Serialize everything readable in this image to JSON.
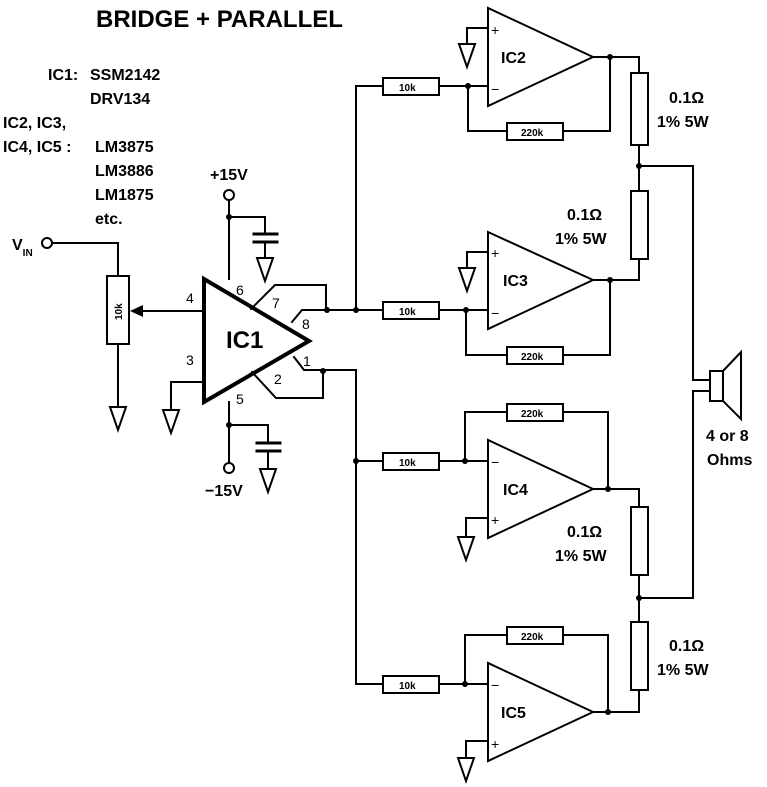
{
  "title": "BRIDGE + PARALLEL",
  "notes": {
    "ic1_label": "IC1:",
    "ic1_parts": [
      "SSM2142",
      "DRV134"
    ],
    "ic2_label_line1": "IC2, IC3,",
    "ic2_label_line2": "IC4, IC5 :",
    "ic2_parts": [
      "LM3875",
      "LM3886",
      "LM1875",
      "etc."
    ]
  },
  "input": {
    "label": "V",
    "subscript": "IN"
  },
  "supplies": {
    "positive": "+15V",
    "negative": "−15V"
  },
  "ic1": {
    "name": "IC1",
    "pins": {
      "p1": "1",
      "p2": "2",
      "p3": "3",
      "p4": "4",
      "p5": "5",
      "p6": "6",
      "p7": "7",
      "p8": "8"
    }
  },
  "amplifiers": [
    {
      "name": "IC2",
      "plus": "+",
      "minus": "−"
    },
    {
      "name": "IC3",
      "plus": "+",
      "minus": "−"
    },
    {
      "name": "IC4",
      "plus": "+",
      "minus": "−"
    },
    {
      "name": "IC5",
      "plus": "+",
      "minus": "−"
    }
  ],
  "resistors": {
    "pot": "10k",
    "input": "10k",
    "feedback": "220k"
  },
  "sense_resistors": [
    {
      "value": "0.1Ω",
      "spec": "1% 5W"
    },
    {
      "value": "0.1Ω",
      "spec": "1% 5W"
    },
    {
      "value": "0.1Ω",
      "spec": "1% 5W"
    },
    {
      "value": "0.1Ω",
      "spec": "1% 5W"
    }
  ],
  "speaker": {
    "line1": "4 or 8",
    "line2": "Ohms"
  }
}
